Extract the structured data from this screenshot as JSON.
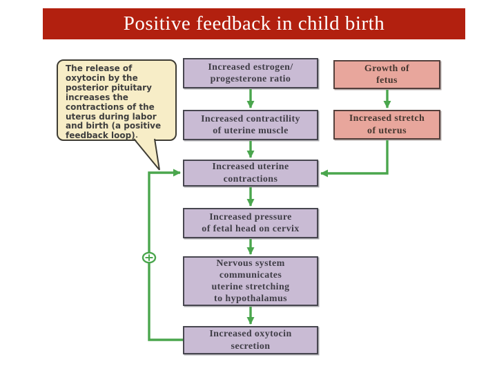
{
  "slide": {
    "title": "Positive feedback in child birth"
  },
  "callout": {
    "text": "The release of\noxytocin by the\nposterior pituitary\nincreases the\ncontractions of the\nuterus during labor\nand birth (a positive\nfeedback loop)."
  },
  "boxes": {
    "estrogen": {
      "label": "Increased estrogen/\nprogesterone ratio"
    },
    "contractility": {
      "label": "Increased contractility\nof uterine muscle"
    },
    "contractions": {
      "label": "Increased uterine\ncontractions"
    },
    "pressure": {
      "label": "Increased pressure\nof fetal head on cervix"
    },
    "nervous_system": {
      "label": "Nervous system\ncommunicates\nuterine stretching\nto hypothalamus"
    },
    "oxytocin_secretion": {
      "label": "Increased oxytocin\nsecretion"
    },
    "growth_of_fetus": {
      "label": "Growth of\nfetus"
    },
    "stretch_of_uterus": {
      "label": "Increased stretch\nof uterus"
    }
  },
  "icons": {
    "plus_symbol": "+"
  },
  "colors": {
    "title_bg": "#b2200f",
    "title_text": "#ffffff",
    "purple_box_fill": "#c9bbd4",
    "pink_box_fill": "#e8a69c",
    "callout_fill": "#f7edc7",
    "arrow_green": "#4aa64d",
    "purple_box_border": "#47464f",
    "pink_box_border": "#533f3b"
  }
}
